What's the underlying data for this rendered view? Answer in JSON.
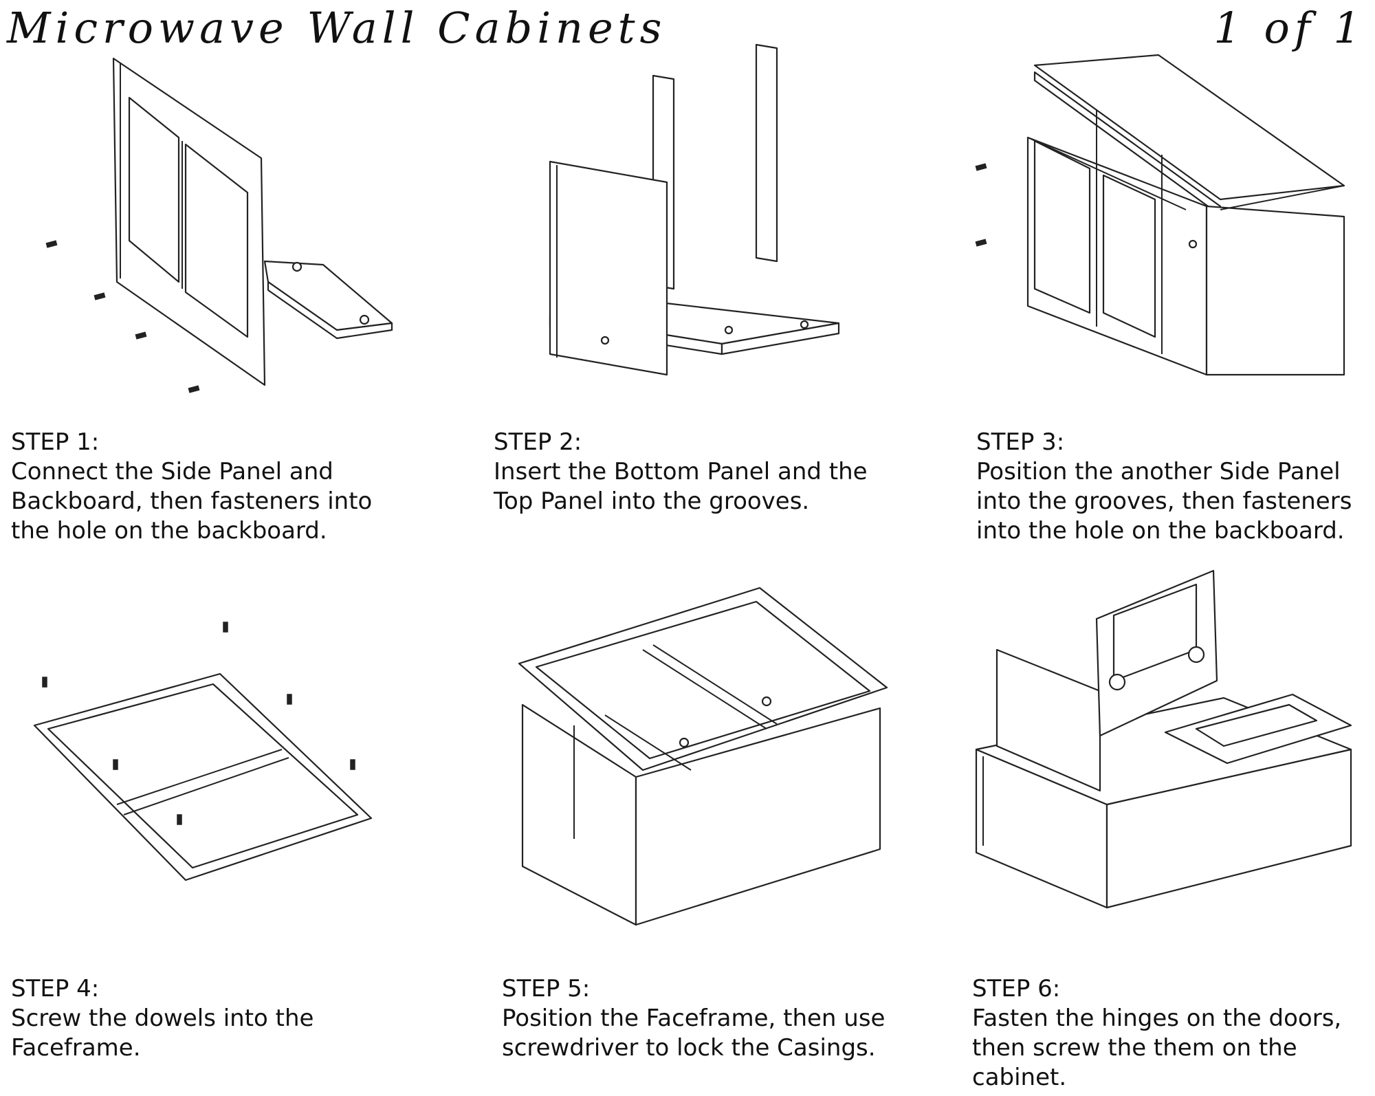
{
  "header": {
    "title": "Microwave Wall Cabinets",
    "page": "1 of 1"
  },
  "steps": [
    {
      "label": "STEP 1:",
      "text": "Connect the Side Panel and\nBackboard, then fasteners into\nthe hole on the backboard.",
      "drawing": "side-panel-backboard-drawing"
    },
    {
      "label": "STEP 2:",
      "text": "Insert the Bottom Panel and the\nTop Panel into the grooves.",
      "drawing": "bottom-top-panel-drawing"
    },
    {
      "label": "STEP 3:",
      "text": "Position the another Side Panel\ninto the grooves, then fasteners\ninto the hole on the backboard.",
      "drawing": "second-side-panel-drawing"
    },
    {
      "label": "STEP 4:",
      "text": "Screw the dowels into the\nFaceframe.",
      "drawing": "faceframe-dowels-drawing"
    },
    {
      "label": "STEP 5:",
      "text": "Position the Faceframe, then use\nscrewdriver to lock the Casings.",
      "drawing": "faceframe-casing-drawing"
    },
    {
      "label": "STEP 6:",
      "text": "Fasten the hinges on the doors,\nthen screw the them on the\ncabinet.",
      "drawing": "doors-hinges-drawing"
    }
  ]
}
